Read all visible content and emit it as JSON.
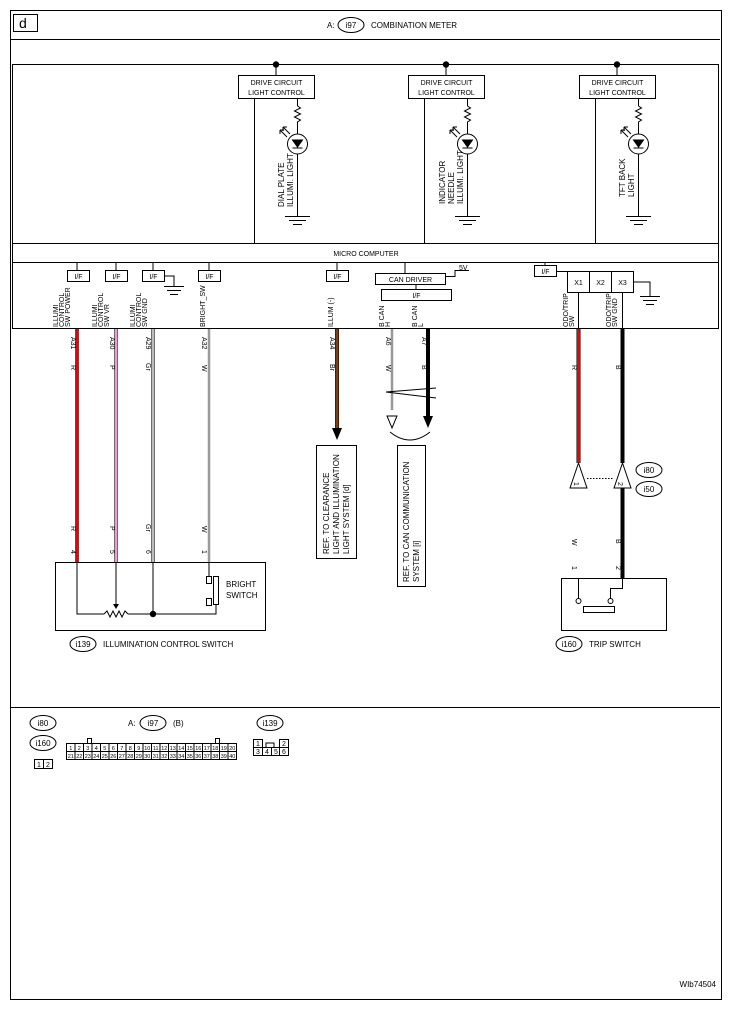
{
  "page": {
    "label": "d",
    "header_prefix": "A:",
    "header_connector": "i97",
    "header_title": "COMBINATION METER",
    "micro_computer": "MICRO COMPUTER",
    "figure_id": "WIb74504"
  },
  "meter": {
    "drive_circuits": [
      {
        "line1": "DRIVE CIRCUIT",
        "line2": "LIGHT CONTROL",
        "light": [
          "DIAL PLATE",
          "ILLUMI. LIGHT"
        ]
      },
      {
        "line1": "DRIVE CIRCUIT",
        "line2": "LIGHT CONTROL",
        "light": [
          "INDICATOR",
          "NEEDLE",
          "ILLUMI. LIGHT"
        ]
      },
      {
        "line1": "DRIVE CIRCUIT",
        "line2": "LIGHT CONTROL",
        "light": [
          "TFT BACK",
          "LIGHT"
        ]
      }
    ],
    "if_label": "I/F",
    "can_driver": "CAN DRIVER",
    "five_volt": "5V",
    "x_labels": [
      "X1",
      "X2",
      "X3"
    ]
  },
  "wires": [
    {
      "signal": [
        "ILLUMI",
        "CONTROL",
        "SW POWER"
      ],
      "pin": "A31",
      "color_code": "R",
      "sw_pin": "4",
      "color": "#ee0000"
    },
    {
      "signal": [
        "ILLUMI",
        "CONTROL",
        "SW VR"
      ],
      "pin": "A30",
      "color_code": "P",
      "sw_pin": "5",
      "color": "#f29ad8"
    },
    {
      "signal": [
        "ILLUMI",
        "CONTROL",
        "SW GND"
      ],
      "pin": "A29",
      "color_code": "Gr",
      "sw_pin": "6",
      "color": "#bdbdbd"
    },
    {
      "signal": [
        "BRIGHT_SW"
      ],
      "pin": "A32",
      "color_code": "W",
      "sw_pin": "1",
      "color": "#ffffff"
    },
    {
      "signal": [
        "ILLUM (-)"
      ],
      "pin": "A34",
      "color_code": "Br",
      "color": "#7b3f1a"
    },
    {
      "signal": [
        "B CAN",
        "H"
      ],
      "pin": "A6",
      "color_code": "W",
      "color": "#ffffff"
    },
    {
      "signal": [
        "B CAN",
        "L"
      ],
      "pin": "A7",
      "color_code": "B",
      "color": "#000000"
    },
    {
      "signal": [
        "ODO/TRIP",
        "SW"
      ],
      "pin": "",
      "color_code": "R",
      "color": "#ee0000"
    },
    {
      "signal": [
        "ODO/TRIP",
        "SW GND"
      ],
      "pin": "",
      "color_code": "B",
      "color": "#000000"
    }
  ],
  "refs": {
    "clearance": [
      "REF. TO CLEARANCE",
      "LIGHT AND ILLUMINATION",
      "LIGHT SYSTEM [d]"
    ],
    "can": [
      "REF. TO CAN COMMUNICATION",
      "SYSTEM [i]"
    ]
  },
  "trip": {
    "junction_pins": [
      "1",
      "2"
    ],
    "connectors": [
      "i80",
      "i50"
    ],
    "lower_codes": [
      "W",
      "B"
    ],
    "lower_pins": [
      "1",
      "2"
    ],
    "switch_connector": "i160",
    "switch_name": "TRIP SWITCH"
  },
  "illum_switch": {
    "connector": "i139",
    "name": "ILLUMINATION CONTROL SWITCH",
    "bright": [
      "BRIGHT",
      "SWITCH"
    ]
  },
  "legend": {
    "conn_i80": "i80",
    "conn_i160": "i160",
    "small_pins": [
      "1",
      "2"
    ],
    "prefix": "A:",
    "conn_i97": "i97",
    "conn_b": "(B)",
    "row1": [
      "1",
      "2",
      "3",
      "4",
      "5",
      "6",
      "7",
      "8",
      "9",
      "10",
      "11",
      "12",
      "13",
      "14",
      "15",
      "16",
      "17",
      "18",
      "19",
      "20"
    ],
    "row2": [
      "21",
      "22",
      "23",
      "24",
      "25",
      "26",
      "27",
      "28",
      "29",
      "30",
      "31",
      "32",
      "33",
      "34",
      "35",
      "36",
      "37",
      "38",
      "39",
      "40"
    ],
    "conn_i139": "i139",
    "i139_row1": [
      "1",
      "2"
    ],
    "i139_row2": [
      "3",
      "4",
      "5",
      "6"
    ]
  }
}
